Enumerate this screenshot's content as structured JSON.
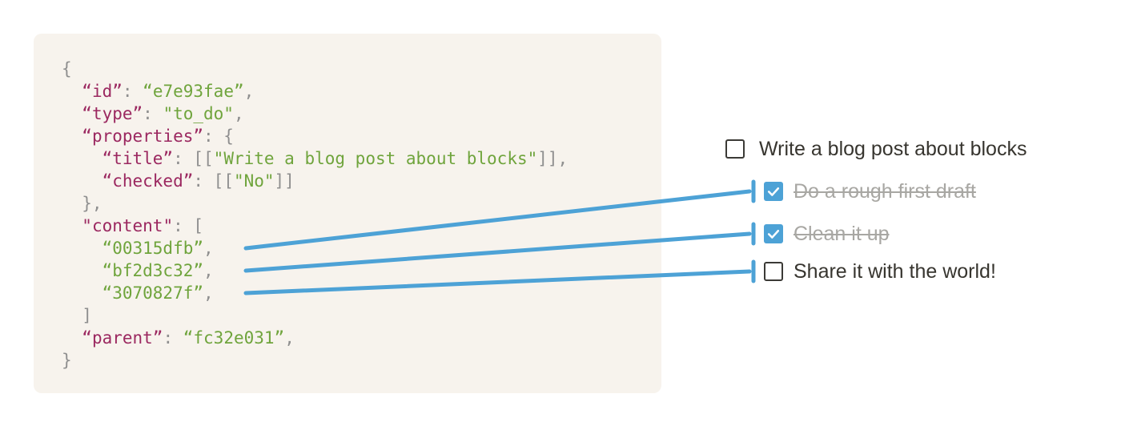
{
  "code_block": {
    "lines": [
      {
        "tokens": [
          {
            "c": "p",
            "t": "{"
          }
        ]
      },
      {
        "tokens": [
          {
            "c": "p",
            "t": "  "
          },
          {
            "c": "k",
            "t": "“id”"
          },
          {
            "c": "p",
            "t": ": "
          },
          {
            "c": "s",
            "t": "“e7e93fae”"
          },
          {
            "c": "p",
            "t": ","
          }
        ]
      },
      {
        "tokens": [
          {
            "c": "p",
            "t": "  "
          },
          {
            "c": "k",
            "t": "“type”"
          },
          {
            "c": "p",
            "t": ": "
          },
          {
            "c": "s",
            "t": "\"to_do\""
          },
          {
            "c": "p",
            "t": ","
          }
        ]
      },
      {
        "tokens": [
          {
            "c": "p",
            "t": "  "
          },
          {
            "c": "k",
            "t": "“properties”"
          },
          {
            "c": "p",
            "t": ": {"
          }
        ]
      },
      {
        "tokens": [
          {
            "c": "p",
            "t": "    "
          },
          {
            "c": "k",
            "t": "“title”"
          },
          {
            "c": "p",
            "t": ": [["
          },
          {
            "c": "s",
            "t": "\"Write a blog post about blocks\""
          },
          {
            "c": "p",
            "t": "]],"
          }
        ]
      },
      {
        "tokens": [
          {
            "c": "p",
            "t": "    "
          },
          {
            "c": "k",
            "t": "“checked”"
          },
          {
            "c": "p",
            "t": ": [["
          },
          {
            "c": "s",
            "t": "\"No\""
          },
          {
            "c": "p",
            "t": "]]"
          }
        ]
      },
      {
        "tokens": [
          {
            "c": "p",
            "t": "  },"
          }
        ]
      },
      {
        "tokens": [
          {
            "c": "p",
            "t": "  "
          },
          {
            "c": "k",
            "t": "\"content\""
          },
          {
            "c": "p",
            "t": ": ["
          }
        ]
      },
      {
        "tokens": [
          {
            "c": "p",
            "t": "    "
          },
          {
            "c": "s",
            "t": "“00315dfb”"
          },
          {
            "c": "p",
            "t": ","
          }
        ]
      },
      {
        "tokens": [
          {
            "c": "p",
            "t": "    "
          },
          {
            "c": "s",
            "t": "“bf2d3c32”"
          },
          {
            "c": "p",
            "t": ","
          }
        ]
      },
      {
        "tokens": [
          {
            "c": "p",
            "t": "    "
          },
          {
            "c": "s",
            "t": "“3070827f”"
          },
          {
            "c": "p",
            "t": ","
          }
        ]
      },
      {
        "tokens": [
          {
            "c": "p",
            "t": "  ]"
          }
        ]
      },
      {
        "tokens": [
          {
            "c": "p",
            "t": "  "
          },
          {
            "c": "k",
            "t": "“parent”"
          },
          {
            "c": "p",
            "t": ": "
          },
          {
            "c": "s",
            "t": "“fc32e031”"
          },
          {
            "c": "p",
            "t": ","
          }
        ]
      },
      {
        "tokens": [
          {
            "c": "p",
            "t": "}"
          }
        ]
      }
    ]
  },
  "todo_list": {
    "items": [
      {
        "label": "Write a blog post about blocks",
        "checked": false,
        "completed": false
      },
      {
        "label": "Do a rough first draft",
        "checked": true,
        "completed": true,
        "content_id": "00315dfb"
      },
      {
        "label": "Clean it up",
        "checked": true,
        "completed": true,
        "content_id": "bf2d3c32"
      },
      {
        "label": "Share it with the world!",
        "checked": false,
        "completed": false,
        "content_id": "3070827f"
      }
    ]
  },
  "connections": [
    {
      "from_content_id": "00315dfb",
      "to_item": "Do a rough first draft"
    },
    {
      "from_content_id": "bf2d3c32",
      "to_item": "Clean it up"
    },
    {
      "from_content_id": "3070827f",
      "to_item": "Share it with the world!"
    }
  ],
  "icons": {
    "checkmark": "checkmark-icon"
  },
  "colors": {
    "page_background": "#ffffff",
    "panel_background": "#f7f3ed",
    "json_key": "#9b2860",
    "json_string": "#6fa43c",
    "json_punctuation": "#8f8f8f",
    "connector_blue": "#4da2d6",
    "checkbox_checked_fill": "#4da2d6",
    "checkbox_border_dark": "#3b3a36",
    "todo_text": "#37352f",
    "todo_done_text": "#a8a7a3"
  }
}
